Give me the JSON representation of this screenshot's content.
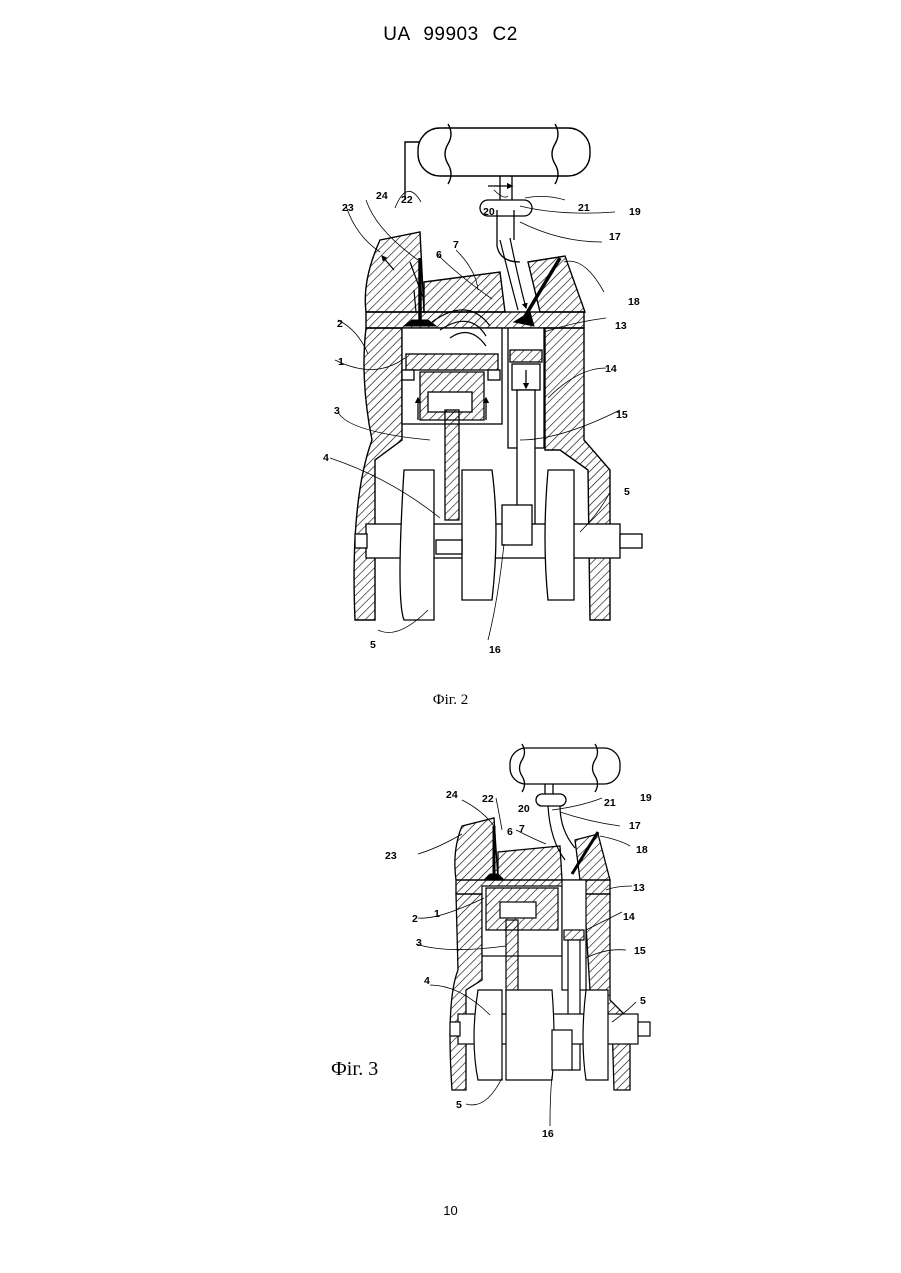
{
  "header": {
    "text": "UA   99903   C2"
  },
  "figure2": {
    "caption": "Фіг. 2",
    "labels": {
      "l1": "1",
      "l2": "2",
      "l3": "3",
      "l4": "4",
      "l5a": "5",
      "l5b": "5",
      "l6": "6",
      "l7": "7",
      "l13": "13",
      "l14": "14",
      "l15": "15",
      "l16": "16",
      "l17": "17",
      "l18": "18",
      "l19": "19",
      "l20": "20",
      "l21": "21",
      "l22": "22",
      "l23": "23",
      "l24": "24"
    }
  },
  "figure3": {
    "caption": "Фіг. 3",
    "labels": {
      "l1": "1",
      "l2": "2",
      "l3": "3",
      "l4": "4",
      "l5a": "5",
      "l5b": "5",
      "l6": "6",
      "l7": "7",
      "l13": "13",
      "l14": "14",
      "l15": "15",
      "l16": "16",
      "l17": "17",
      "l18": "18",
      "l19": "19",
      "l20": "20",
      "l21": "21",
      "l22": "22",
      "l23": "23",
      "l24": "24"
    }
  },
  "footer": {
    "page_number": "10"
  }
}
